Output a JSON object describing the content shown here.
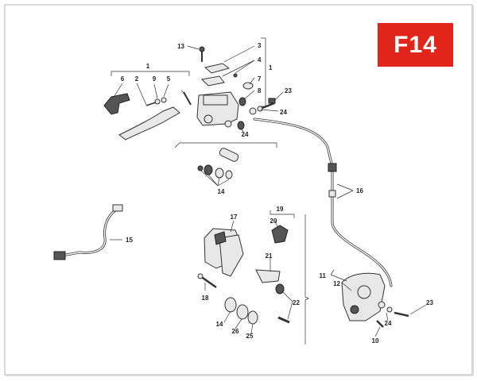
{
  "badge": {
    "label": "F14",
    "color": "#e1251b"
  },
  "callouts": {
    "c1_top": "1",
    "c1_right": "1",
    "c2": "2",
    "c3": "3",
    "c4": "4",
    "c5": "5",
    "c6": "6",
    "c7": "7",
    "c8": "8",
    "c9": "9",
    "c10": "10",
    "c11": "11",
    "c12": "12",
    "c13": "13",
    "c14_a": "14",
    "c14_b": "14",
    "c15": "15",
    "c16": "16",
    "c17": "17",
    "c18": "18",
    "c19": "19",
    "c20": "20",
    "c21": "21",
    "c22": "22",
    "c23_a": "23",
    "c23_b": "23",
    "c24_a": "24",
    "c24_b": "24",
    "c24_c": "24",
    "c25": "25",
    "c26": "26"
  }
}
